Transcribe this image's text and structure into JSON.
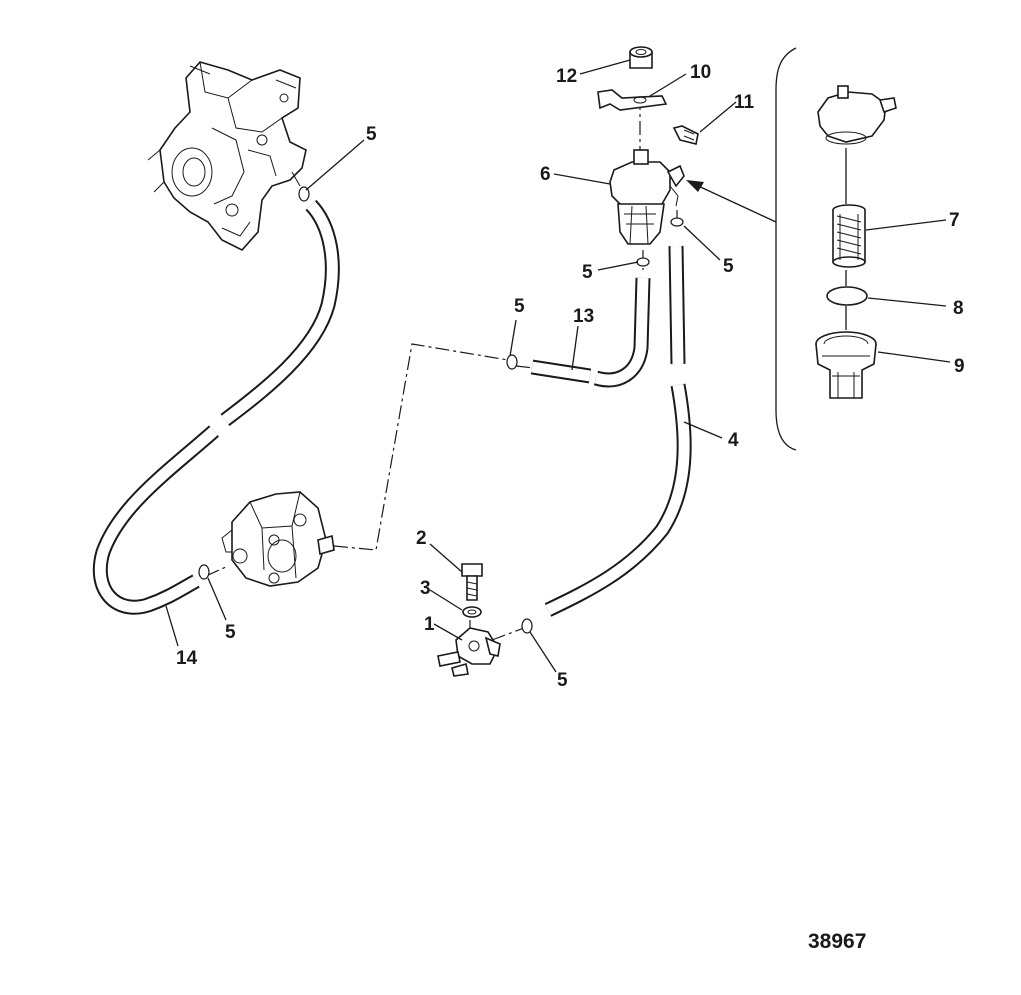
{
  "callouts": {
    "c1": "1",
    "c2": "2",
    "c3": "3",
    "c4": "4",
    "c5a": "5",
    "c5b": "5",
    "c5c": "5",
    "c5d": "5",
    "c5e": "5",
    "c5f": "5",
    "c6": "6",
    "c7": "7",
    "c8": "8",
    "c9": "9",
    "c10": "10",
    "c11": "11",
    "c12": "12",
    "c13": "13",
    "c14": "14"
  },
  "figure_number": "38967"
}
